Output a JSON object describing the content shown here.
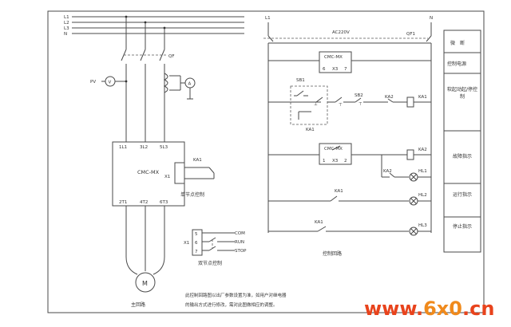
{
  "power_rails": {
    "l1": "L1",
    "l2": "L2",
    "l3": "L3",
    "n": "N"
  },
  "main_circuit": {
    "breaker": "QF",
    "voltmeter": "V",
    "voltmeter_tag": "PV",
    "ammeter": "A",
    "controller": "CMC-MX",
    "in_terminals": [
      "1L1",
      "3L2",
      "5L3"
    ],
    "out_terminals": [
      "2T1",
      "4T2",
      "6T3"
    ],
    "x1": "X1",
    "relay_contact": "KA1",
    "motor": "M",
    "caption": "主回路"
  },
  "single_node": {
    "label": "单节点控制"
  },
  "dual_node": {
    "x1": "X1",
    "pins": [
      "5",
      "6",
      "7"
    ],
    "signals": [
      "COM",
      "RUN",
      "STOP"
    ],
    "label": "双节点控制"
  },
  "control_circuit": {
    "l1": "L1",
    "n": "N",
    "supply": "AC220V",
    "qf": "QF1",
    "block_top": {
      "name": "CMC-MX",
      "pins": [
        "6",
        "X3",
        "7"
      ]
    },
    "block_bottom": {
      "name": "CMC-MX",
      "pins": [
        "1",
        "X3",
        "2"
      ]
    },
    "sb1": "SB1",
    "sb2": "SB2",
    "ka1": "KA1",
    "ka2": "KA2",
    "ka1_bottom": "KA1",
    "coil_ka1": "KA1",
    "coil_ka2": "KA2",
    "ka2_b": "KA2",
    "ka1_b": "KA1",
    "ka1_c": "KA1",
    "hl1": "HL1",
    "hl2": "HL2",
    "hl3": "HL3",
    "caption": "控制回路"
  },
  "legend_column": [
    "微　断",
    "控制电源",
    "软起动起/停控制",
    "故障指示",
    "运行指示",
    "停止指示"
  ],
  "note": {
    "line1": "此控制回路图以出厂参数设置为准，如用户对继电器",
    "line2": "的输出方式进行修改，需对此图做相应的调整。"
  },
  "watermark": {
    "part1": "www.",
    "part2": "6x0",
    "part3": ".cn"
  }
}
